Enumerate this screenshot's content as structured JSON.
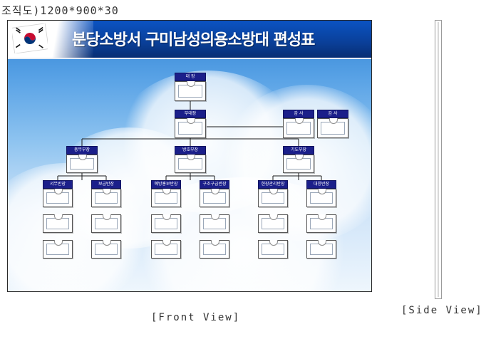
{
  "spec_label": "조직도)1200*900*30",
  "board": {
    "title": "분당소방서 구미남성의용소방대 편성표",
    "flag_icon": "taegukgi-flag-icon",
    "colors": {
      "banner": "#0a3f98",
      "label": "#1b1f8a",
      "sky": "#5aa3e6",
      "line": "#1a1a1a"
    }
  },
  "org": {
    "chief": {
      "label": "대 장"
    },
    "deputy": {
      "label": "부대장"
    },
    "auditors": [
      {
        "label": "감 사"
      },
      {
        "label": "감 사"
      }
    ],
    "divisions": [
      {
        "label": "총무부장",
        "teams": [
          {
            "label": "서무반장"
          },
          {
            "label": "보급반장"
          }
        ]
      },
      {
        "label": "방호부장",
        "teams": [
          {
            "label": "예방홍보반장"
          },
          {
            "label": "구조구급반장"
          }
        ]
      },
      {
        "label": "기도부장",
        "teams": [
          {
            "label": "현장관리반장"
          },
          {
            "label": "대응반장"
          }
        ]
      }
    ]
  },
  "captions": {
    "front": "[Front View]",
    "side": "[Side View]"
  }
}
